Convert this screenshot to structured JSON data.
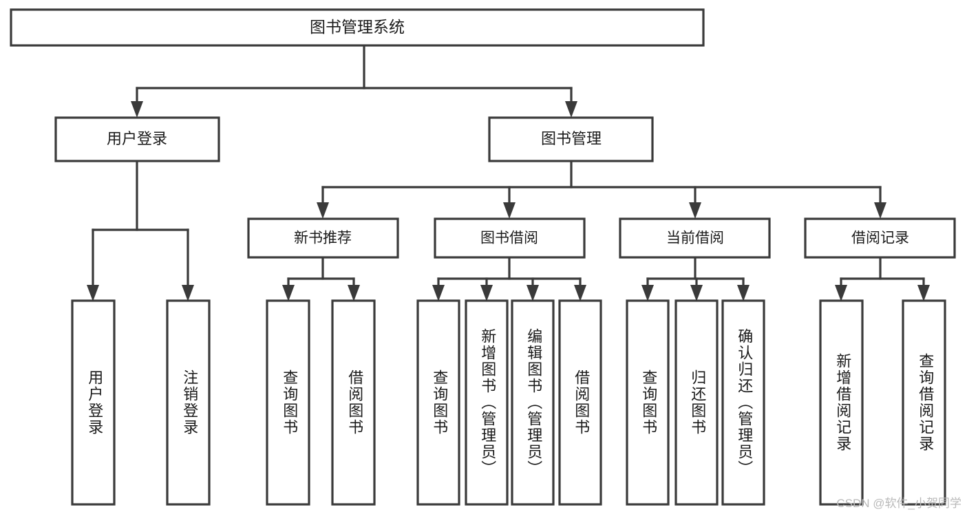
{
  "diagram": {
    "type": "tree-hierarchy-diagram",
    "title": "图书管理系统",
    "colors": {
      "stroke": "#3a3a3a",
      "box_fill": "#ffffff",
      "text": "#1a1a1a",
      "background": "#ffffff",
      "watermark": "#b9b9b9"
    },
    "root": {
      "label": "图书管理系统"
    },
    "level1": [
      {
        "label": "用户登录"
      },
      {
        "label": "图书管理"
      }
    ],
    "level2": [
      {
        "label": "新书推荐"
      },
      {
        "label": "图书借阅"
      },
      {
        "label": "当前借阅"
      },
      {
        "label": "借阅记录"
      }
    ],
    "leaves": {
      "user_login": [
        {
          "label": "用户登录"
        },
        {
          "label": "注销登录"
        }
      ],
      "new_book_recommend": [
        {
          "label": "查询图书"
        },
        {
          "label": "借阅图书"
        }
      ],
      "book_borrow": [
        {
          "label": "查询图书"
        },
        {
          "label": "新增图书（管理员）"
        },
        {
          "label": "编辑图书（管理员）"
        },
        {
          "label": "借阅图书"
        }
      ],
      "current_borrow": [
        {
          "label": "查询图书"
        },
        {
          "label": "归还图书"
        },
        {
          "label": "确认归还（管理员）"
        }
      ],
      "borrow_record": [
        {
          "label": "新增借阅记录"
        },
        {
          "label": "查询借阅记录"
        }
      ]
    },
    "watermark": "CSDN @软件_小贺同学"
  }
}
